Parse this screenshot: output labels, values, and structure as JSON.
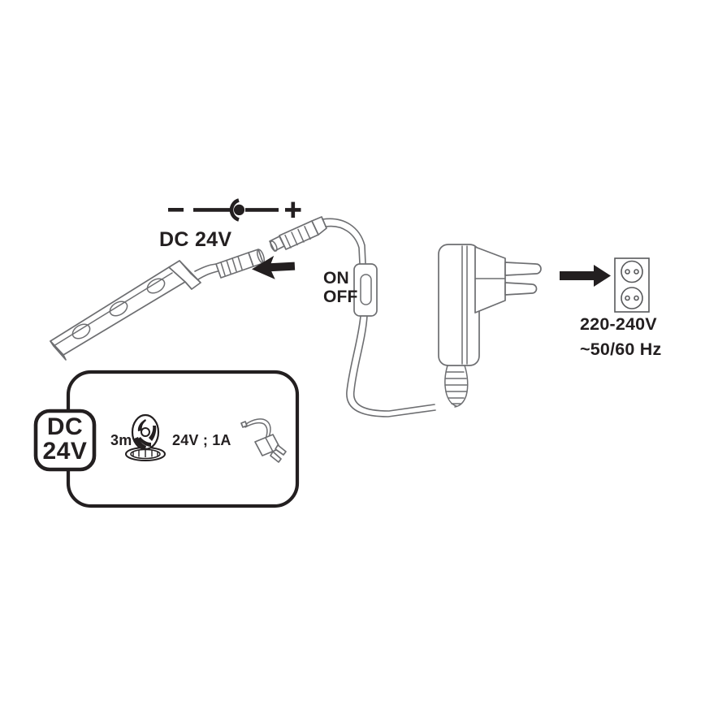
{
  "diagram": {
    "title": "LED strip 24V DC wiring diagram",
    "colors": {
      "ink": "#231f20",
      "line": "#6d6e71",
      "background": "#ffffff"
    },
    "labels": {
      "polarity_minus": "–",
      "polarity_plus": "+",
      "dc_voltage": "DC 24V",
      "switch_on": "ON",
      "switch_off": "OFF",
      "mains_voltage": "220-240V",
      "mains_frequency": "~50/60 Hz"
    },
    "info_box": {
      "badge_line1": "DC",
      "badge_line2": "24V",
      "length": "3m",
      "rating": "24V ; 1A",
      "icons": {
        "reel": "led-strip-reel-icon",
        "adapter": "power-adapter-icon"
      }
    },
    "icons": {
      "polarity": "center-positive-polarity-icon",
      "arrow_to_plug": "arrow-left-icon",
      "arrow_to_socket": "arrow-right-icon",
      "led_strip": "led-strip-icon",
      "dc_jack_female": "dc-jack-female-icon",
      "dc_plug_male": "dc-plug-male-icon",
      "inline_switch": "inline-rocker-switch-icon",
      "psu": "plug-in-power-supply-icon",
      "wall_socket": "double-wall-socket-icon"
    }
  }
}
